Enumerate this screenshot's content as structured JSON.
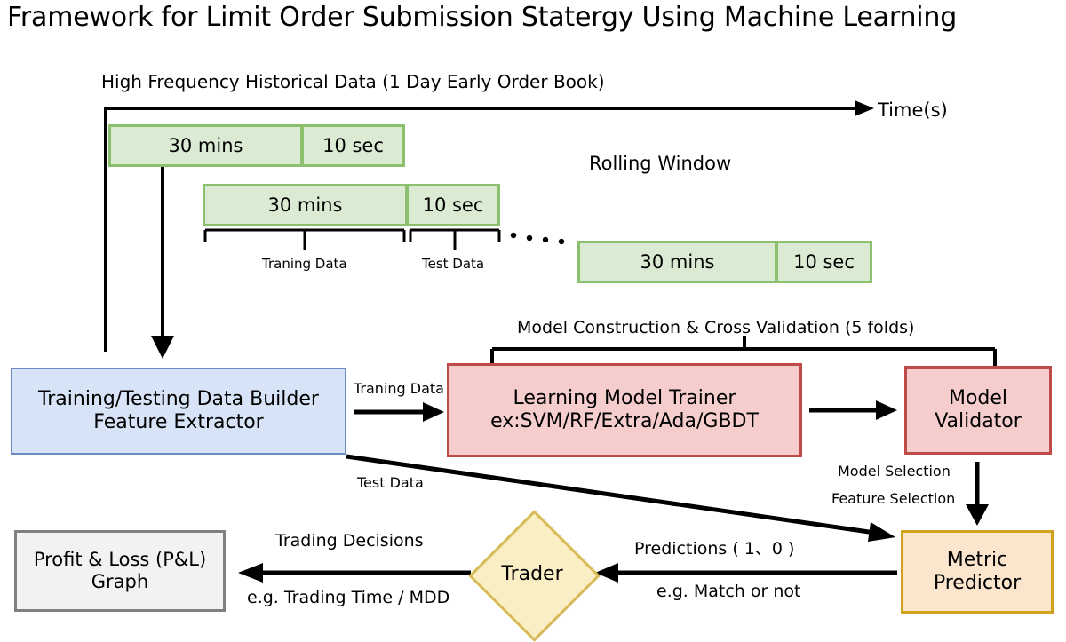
{
  "title": "Framework for Limit Order Submission Statergy Using Machine Learning",
  "captions": {
    "historical_data": "High Frequency Historical Data (1 Day Early Order Book)",
    "rolling_window": "Rolling Window",
    "model_construction": "Model Construction & Cross Validation (5 folds)",
    "time_axis": "Time(s)"
  },
  "rolling_windows": [
    {
      "train": "30 mins",
      "test": "10 sec"
    },
    {
      "train": "30 mins",
      "test": "10 sec"
    },
    {
      "train": "30 mins",
      "test": "10 sec"
    }
  ],
  "brackets": {
    "training_data": "Traning Data",
    "test_data": "Test Data"
  },
  "boxes": {
    "data_builder": {
      "line1": "Training/Testing Data Builder",
      "line2": "Feature Extractor"
    },
    "model_trainer": {
      "line1": "Learning Model Trainer",
      "line2": "ex:SVM/RF/Extra/Ada/GBDT"
    },
    "model_validator": {
      "line1": "Model",
      "line2": "Validator"
    },
    "metric_predictor": {
      "line1": "Metric",
      "line2": "Predictor"
    },
    "pnl_graph": {
      "line1": "Profit & Loss (P&L)",
      "line2": "Graph"
    },
    "trader": {
      "label": "Trader"
    }
  },
  "edge_labels": {
    "training_data": "Traning Data",
    "test_data": "Test Data",
    "model_selection": "Model Selection",
    "feature_selection": "Feature Selection",
    "trading_decisions": "Trading Decisions",
    "trading_time_mdd": "e.g. Trading Time / MDD",
    "predictions": "Predictions ( 1、0 )",
    "match_or_not": "e.g. Match or not"
  },
  "colors": {
    "window_fill": "#dbebd3",
    "window_border": "#8cc06e",
    "data_builder_fill": "#d7e3f7",
    "data_builder_border": "#6d8bc0",
    "model_fill": "#f5cdcd",
    "model_border": "#be4b48",
    "metric_fill": "#fce5cd",
    "metric_border": "#d3a120",
    "trader_fill": "#faeec4",
    "trader_border": "#d7b955",
    "pnl_fill": "#f2f2f2",
    "pnl_border": "#808080",
    "line": "#000000",
    "background": "#ffffff"
  }
}
